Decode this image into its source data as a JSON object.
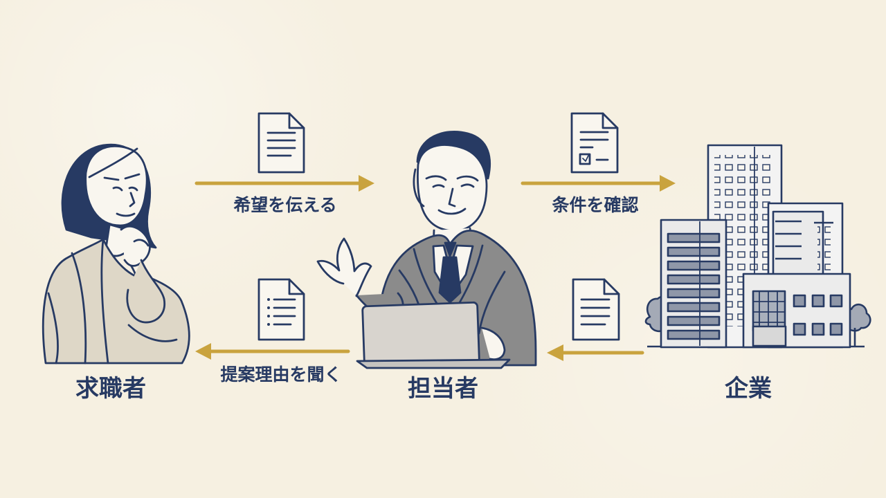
{
  "roles": {
    "job_seeker": "求職者",
    "agent": "担当者",
    "company": "企業"
  },
  "flows": {
    "seeker_to_agent": "希望を伝える",
    "agent_to_company": "条件を確認",
    "agent_to_seeker": "提案理由を聞く"
  },
  "colors": {
    "background": "#f6f0e1",
    "ink": "#273a63",
    "arrow": "#c9a33e",
    "figure_fill": "#ded7c7",
    "suit": "#8b8b8b"
  },
  "icons": {
    "document": "document-icon",
    "checklist": "checklist-document-icon",
    "building": "office-buildings-icon"
  }
}
